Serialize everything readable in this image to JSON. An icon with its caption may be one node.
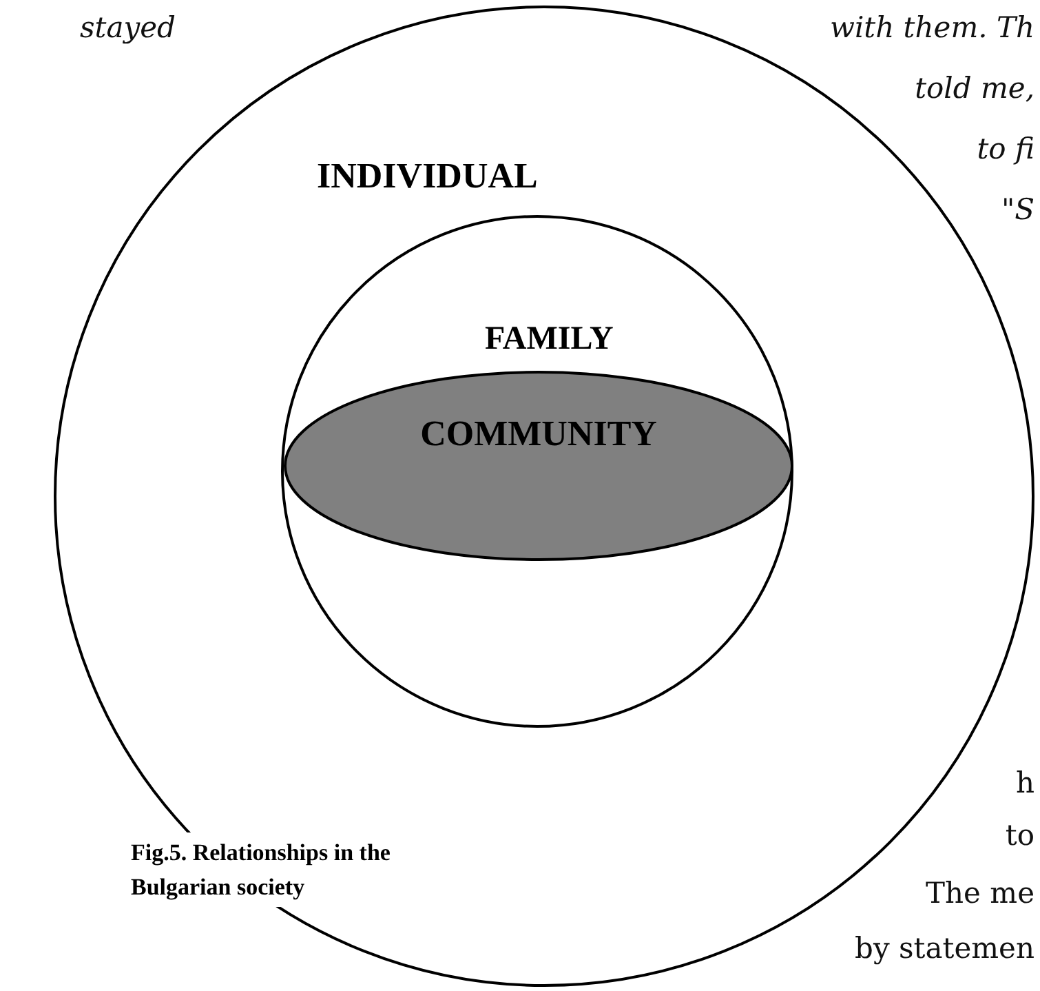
{
  "diagram": {
    "caption": "Fig.5. Relationships in the Bulgarian society",
    "nodes": [
      {
        "text": [
          "INDIVIDUAL"
        ]
      },
      {
        "text": [
          "FAMILY"
        ],
        "in": 0
      },
      {
        "text": [
          "COMMUNITY"
        ],
        "in": 1
      }
    ],
    "labels": [
      "stayed",
      "with them. Th",
      "told me,",
      "to fi",
      "\"S",
      "h",
      "to",
      "The me",
      "by statemen"
    ]
  }
}
